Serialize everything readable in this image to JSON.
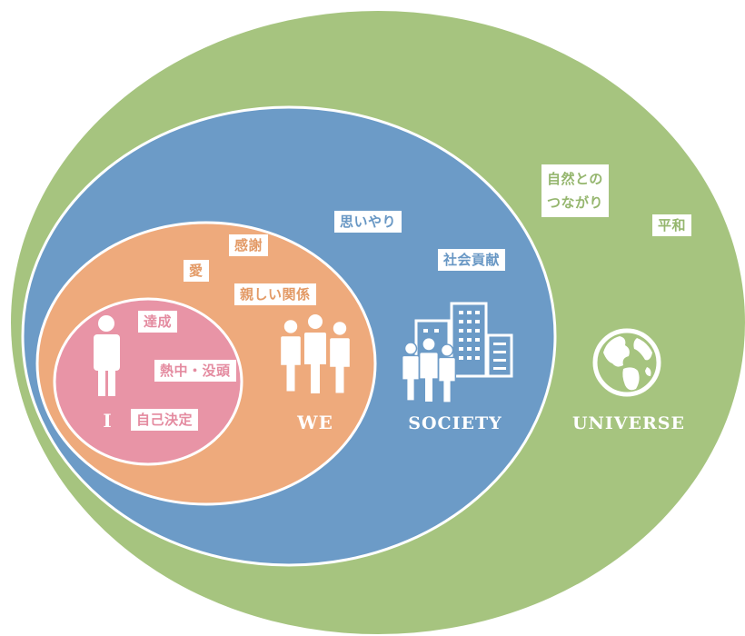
{
  "colors": {
    "universe": "#a6c47f",
    "society": "#6c9bc7",
    "we": "#eeaa7c",
    "i": "#e894a6",
    "outline": "#ffffff"
  },
  "circles": {
    "i": {
      "label": "I"
    },
    "we": {
      "label": "WE"
    },
    "society": {
      "label": "SOCIETY"
    },
    "universe": {
      "label": "UNIVERSE"
    }
  },
  "tags": {
    "i": [
      "達成",
      "熱中・没頭",
      "自己決定"
    ],
    "we": [
      "感謝",
      "愛",
      "親しい関係"
    ],
    "society": [
      "思いやり",
      "社会貢献"
    ],
    "universe": [
      "自然との\nつながり",
      "平和"
    ]
  },
  "icons": {
    "i": "person-icon",
    "we": "group-of-people-icon",
    "society": "buildings-and-people-icon",
    "universe": "globe-icon"
  }
}
